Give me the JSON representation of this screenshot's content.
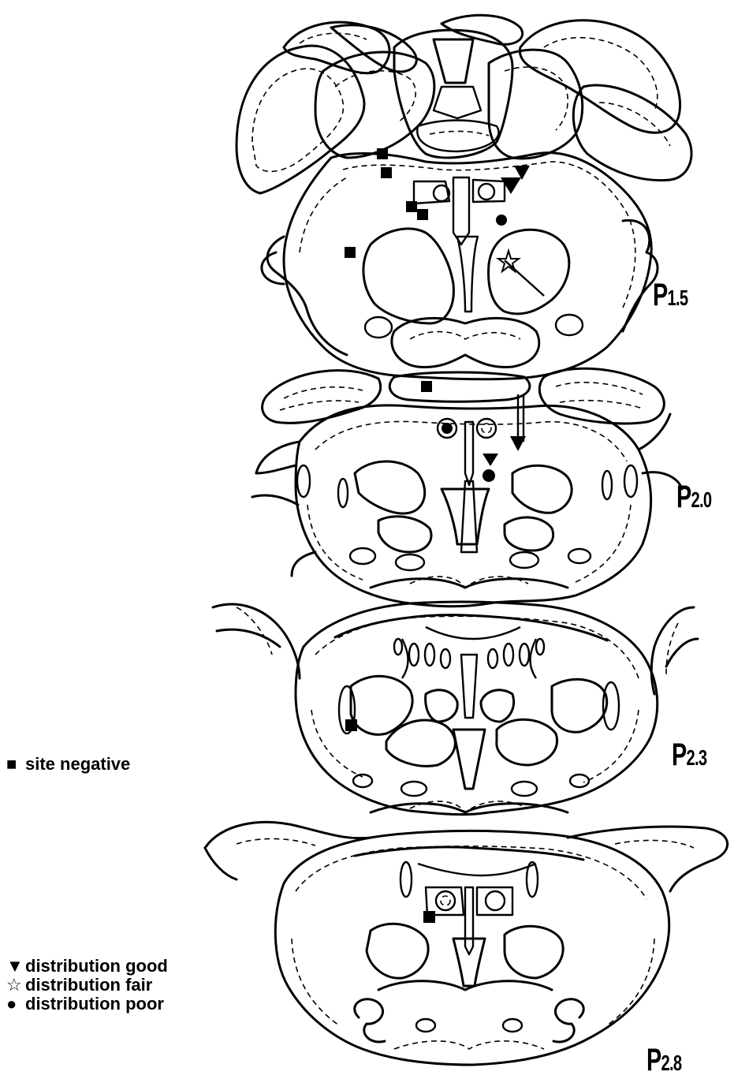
{
  "sections": [
    {
      "label_letter": "P",
      "label_value": "1.5"
    },
    {
      "label_letter": "P",
      "label_value": "2.0"
    },
    {
      "label_letter": "P",
      "label_value": "2.3"
    },
    {
      "label_letter": "P",
      "label_value": "2.8"
    }
  ],
  "legend": [
    {
      "symbol": "■",
      "text": "site negative"
    },
    {
      "symbol": "▼",
      "text": "distribution good"
    },
    {
      "symbol": "☆",
      "text": "distribution fair"
    },
    {
      "symbol": "●",
      "text": "distribution poor"
    }
  ],
  "marker_icons": {
    "site_negative": "filled-square",
    "distribution_good": "filled-down-triangle",
    "distribution_fair": "outline-star",
    "distribution_poor": "filled-circle"
  }
}
